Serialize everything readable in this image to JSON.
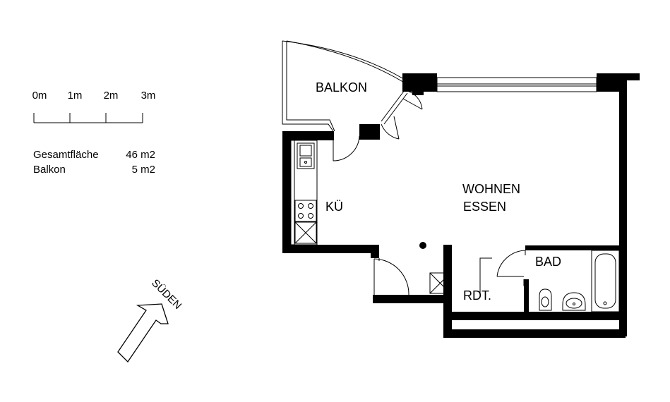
{
  "scale": {
    "ticks": [
      "0m",
      "1m",
      "2m",
      "3m"
    ]
  },
  "areas": [
    {
      "label": "Gesamtfläche",
      "value": "46 m2"
    },
    {
      "label": "Balkon",
      "value": "5 m2"
    }
  ],
  "compass": {
    "label": "SÜDEN"
  },
  "rooms": {
    "balkon": "BALKON",
    "kueche": "KÜ",
    "wohnen": "WOHNEN",
    "essen": "ESSEN",
    "bad": "BAD",
    "rdt": "RDT."
  },
  "colors": {
    "wall": "#000000",
    "line": "#000000",
    "background": "#ffffff"
  }
}
